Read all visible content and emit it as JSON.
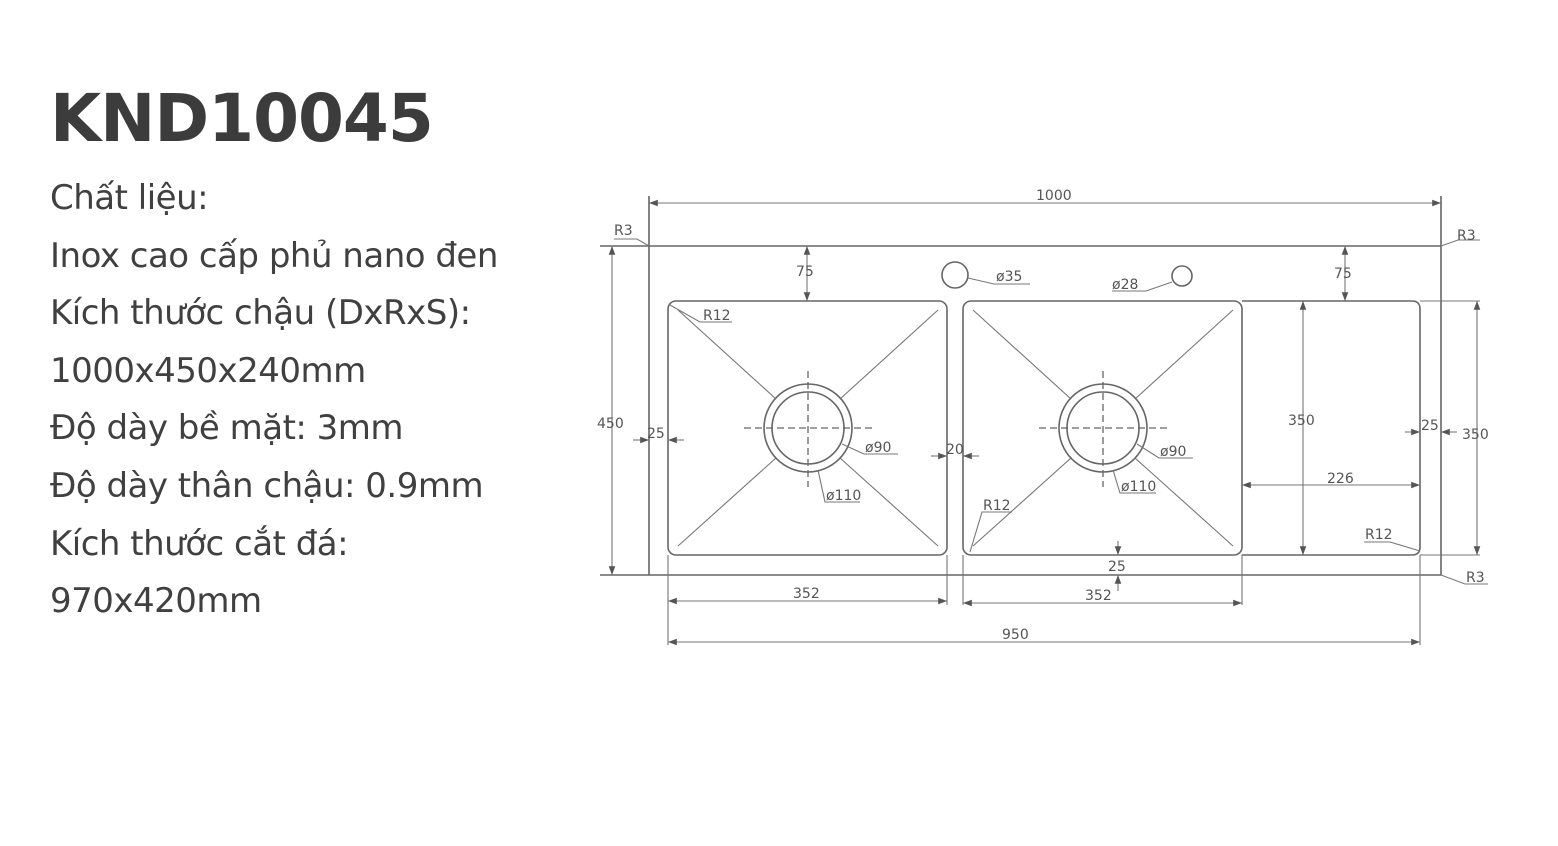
{
  "product": {
    "model": "KND10045"
  },
  "specs": [
    "Chất liệu:",
    "Inox cao cấp phủ nano đen",
    "Kích thước chậu (DxRxS):",
    "1000x450x240mm",
    "Độ dày bề mặt: 3mm",
    "Độ dày thân chậu: 0.9mm",
    "Kích thước cắt đá:",
    "970x420mm"
  ],
  "drawing": {
    "overall_width": "1000",
    "overall_depth": "450",
    "corner_radius_outer": "R3",
    "bowl_corner_radius": "R12",
    "top_margin": "75",
    "side_margin": "25",
    "bowl_gap": "20",
    "bottom_margin": "25",
    "bowl_width": "352",
    "drain_inner": "ø90",
    "drain_outer": "ø110",
    "tap_hole_1": "ø35",
    "tap_hole_2": "ø28",
    "drainboard_depth": "350",
    "drainboard_width": "226",
    "cutout_width": "950"
  }
}
